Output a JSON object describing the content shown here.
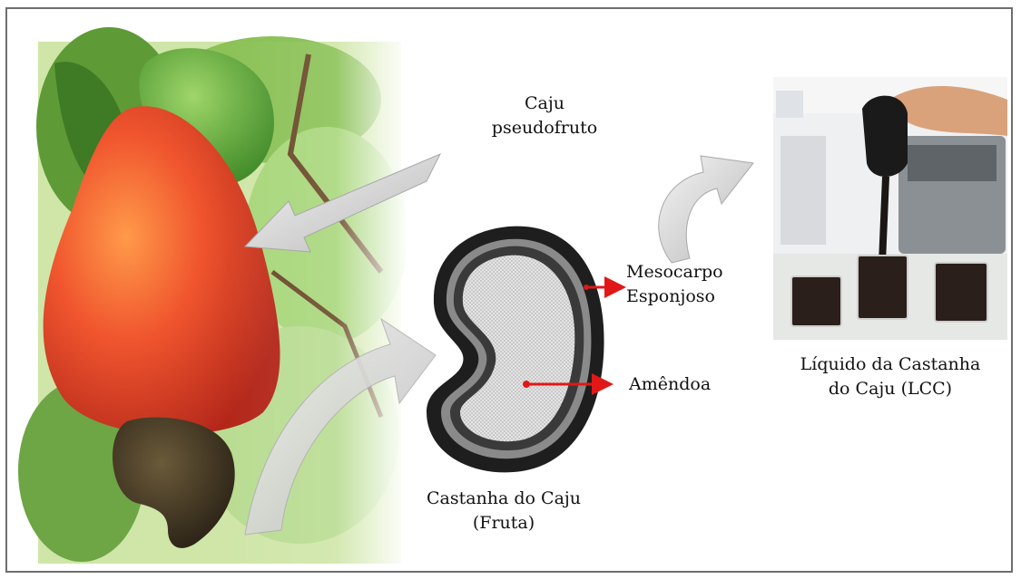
{
  "labels": {
    "pseudofruit_line1": "Caju",
    "pseudofruit_line2": "pseudofruto",
    "mesocarp_line1": "Mesocarpo",
    "mesocarp_line2": "Esponjoso",
    "kernel": "Amêndoa",
    "nut_line1": "Castanha do Caju",
    "nut_line2": "(Fruta)",
    "lcc_line1": "Líquido da Castanha",
    "lcc_line2": "do Caju  (LCC)"
  },
  "colors": {
    "cashew_apple": "#e8452a",
    "cashew_nut": "#3b3222",
    "leaf": "#4f8a2e",
    "pointer_arrow": "#e01818",
    "big_arrow": "#cfcfcf",
    "liquid": "#1c1714"
  }
}
